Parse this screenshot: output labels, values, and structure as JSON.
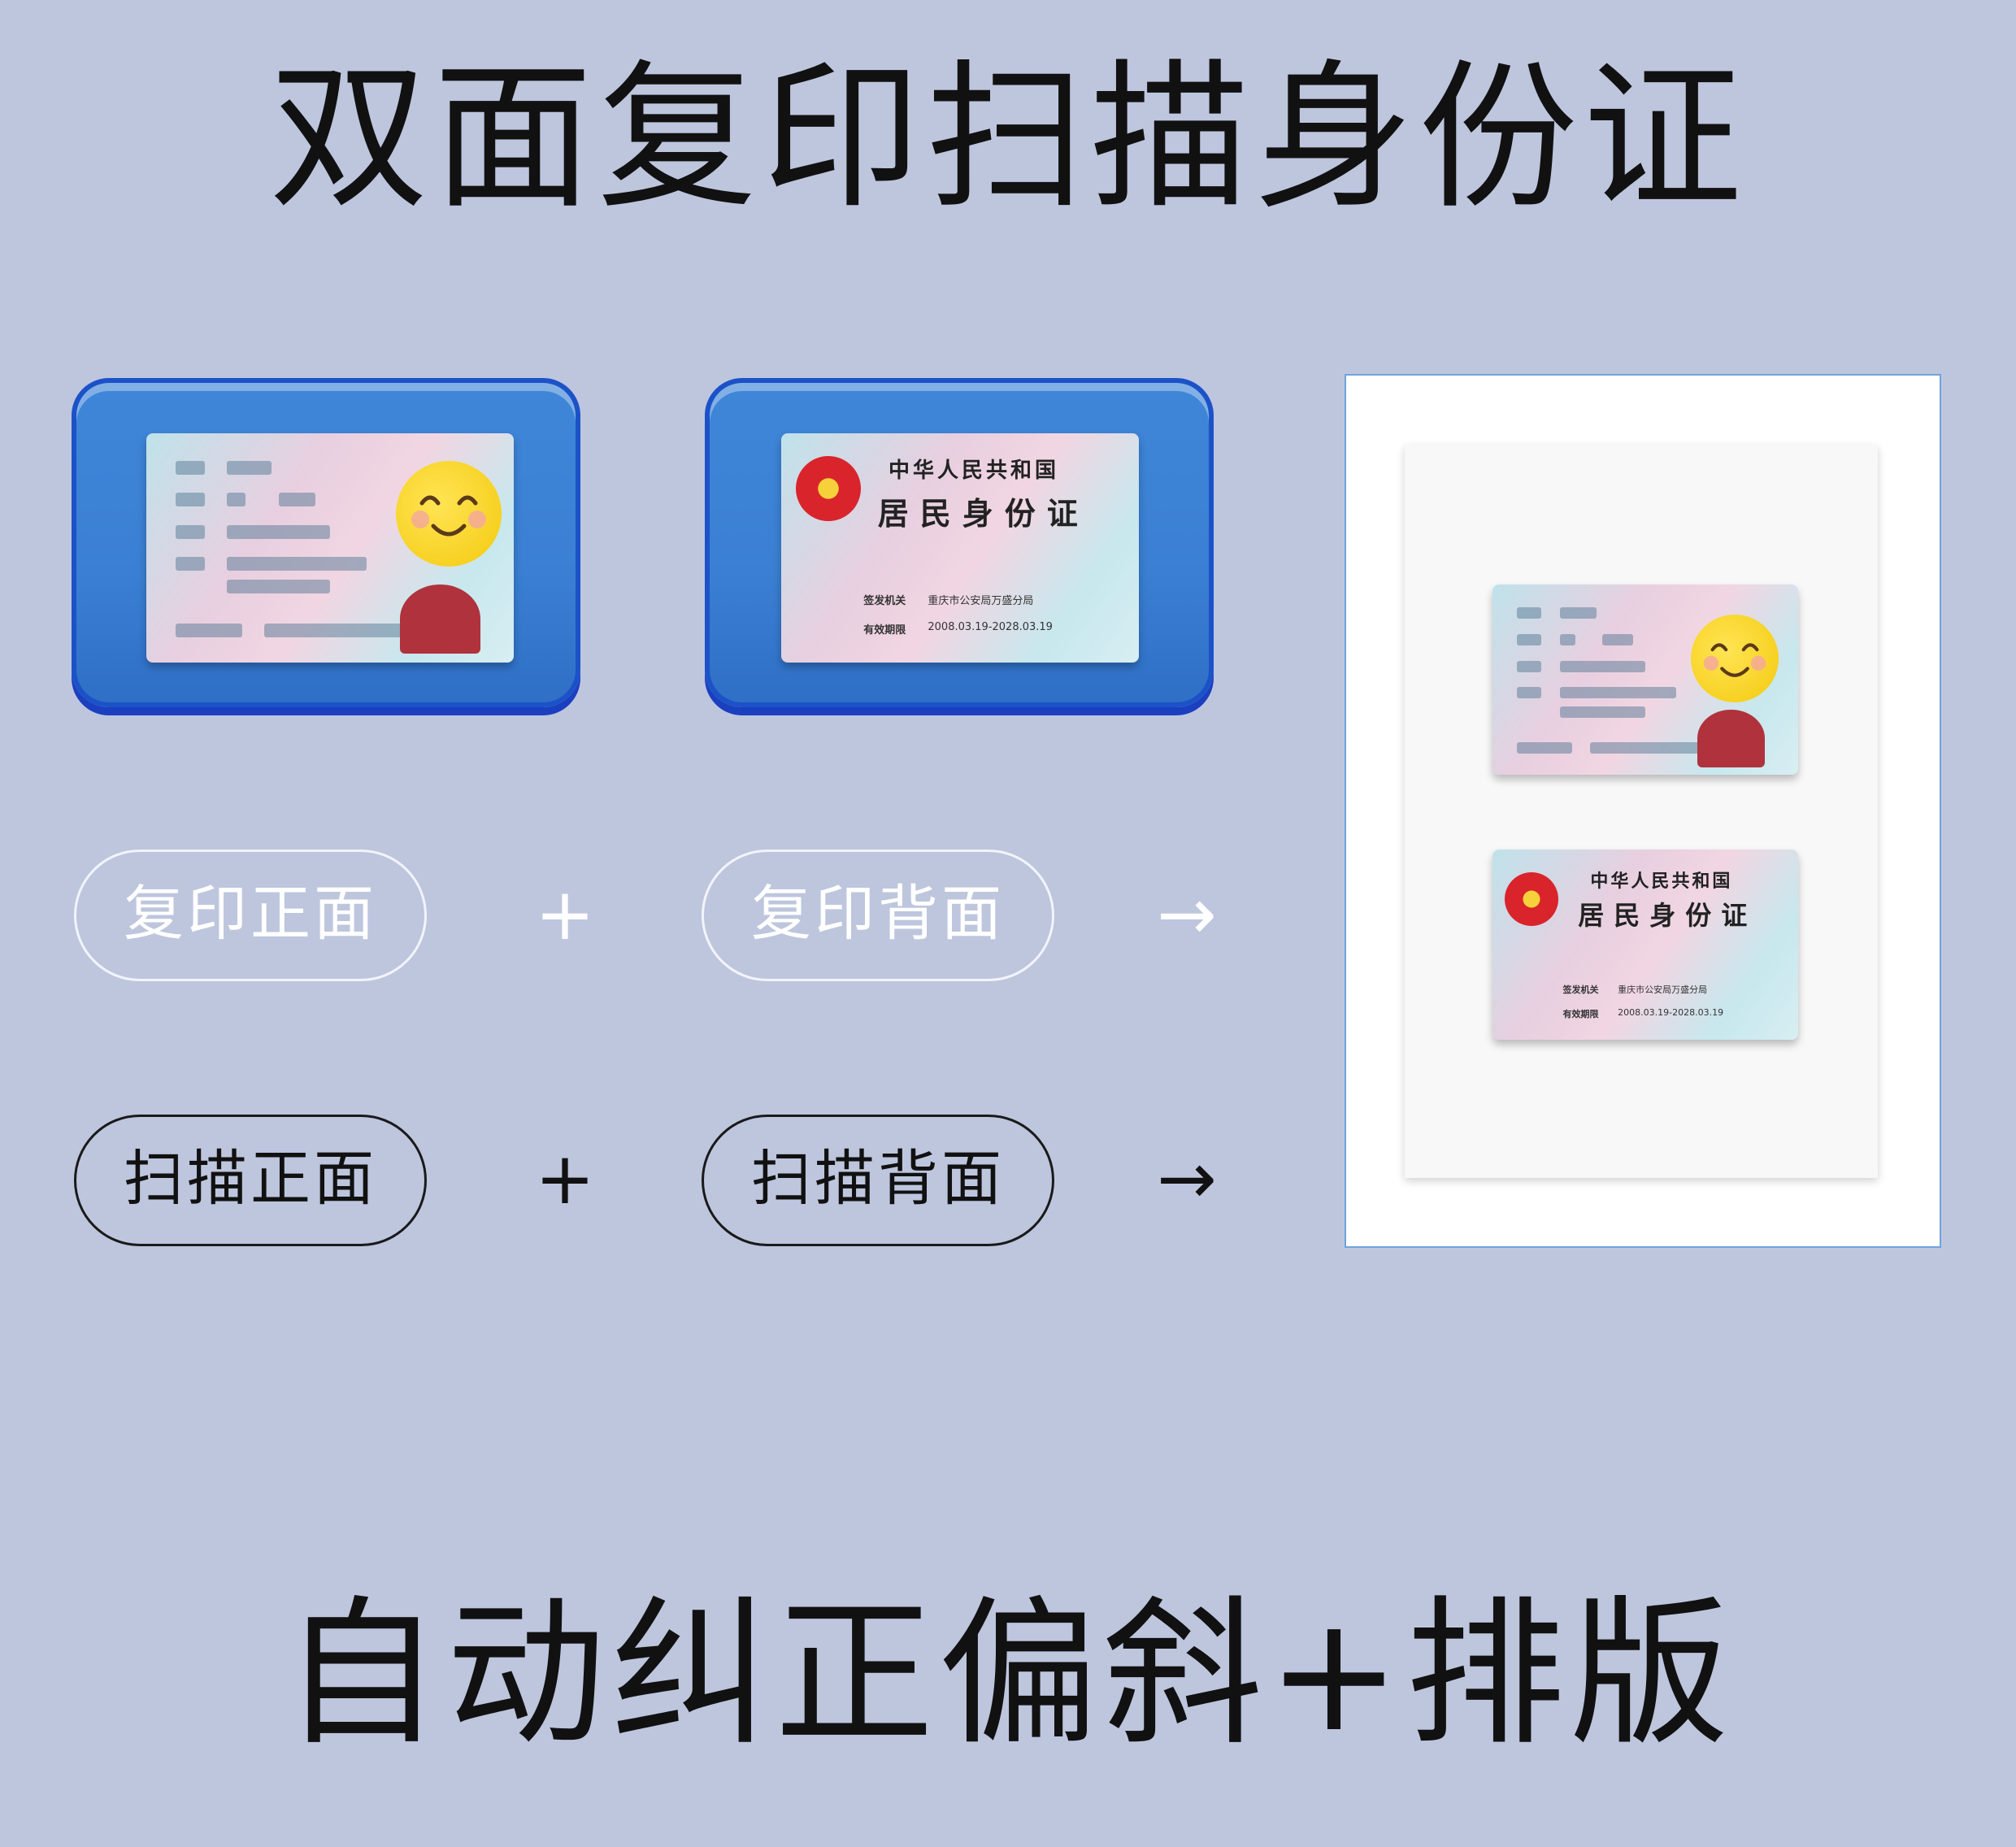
{
  "header": {
    "title": "双面复印扫描身份证"
  },
  "footer": {
    "title": "自动纠正偏斜+排版"
  },
  "id_card_back": {
    "country": "中华人民共和国",
    "card_name": "居民身份证",
    "issuer_label": "签发机关",
    "issuer_value": "重庆市公安局万盛分局",
    "validity_label": "有效期限",
    "validity_value": "2008.03.19-2028.03.19"
  },
  "copy_row": {
    "front_label": "复印正面",
    "plus": "+",
    "back_label": "复印背面",
    "arrow": "→"
  },
  "scan_row": {
    "front_label": "扫描正面",
    "plus": "+",
    "back_label": "扫描背面",
    "arrow": "→"
  },
  "colors": {
    "background": "#bec6de",
    "holder_blue": "#3a7fd3",
    "avatar_yellow": "#f6cf1c"
  }
}
